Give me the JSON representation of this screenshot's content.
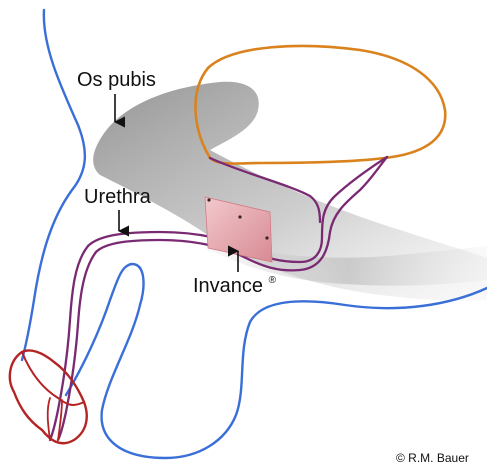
{
  "labels": {
    "os_pubis": "Os pubis",
    "urethra": "Urethra",
    "invance": "Invance",
    "trademark": "®",
    "copyright": "© R.M. Bauer"
  },
  "colors": {
    "outline_blue": "#3a6fd8",
    "urethra_purple": "#7a2a72",
    "bladder_orange": "#d9821e",
    "glans_red": "#b52424",
    "bone_gray": "#9a9a9a",
    "implant_pink": "#e6a3aa",
    "text": "#111111"
  }
}
